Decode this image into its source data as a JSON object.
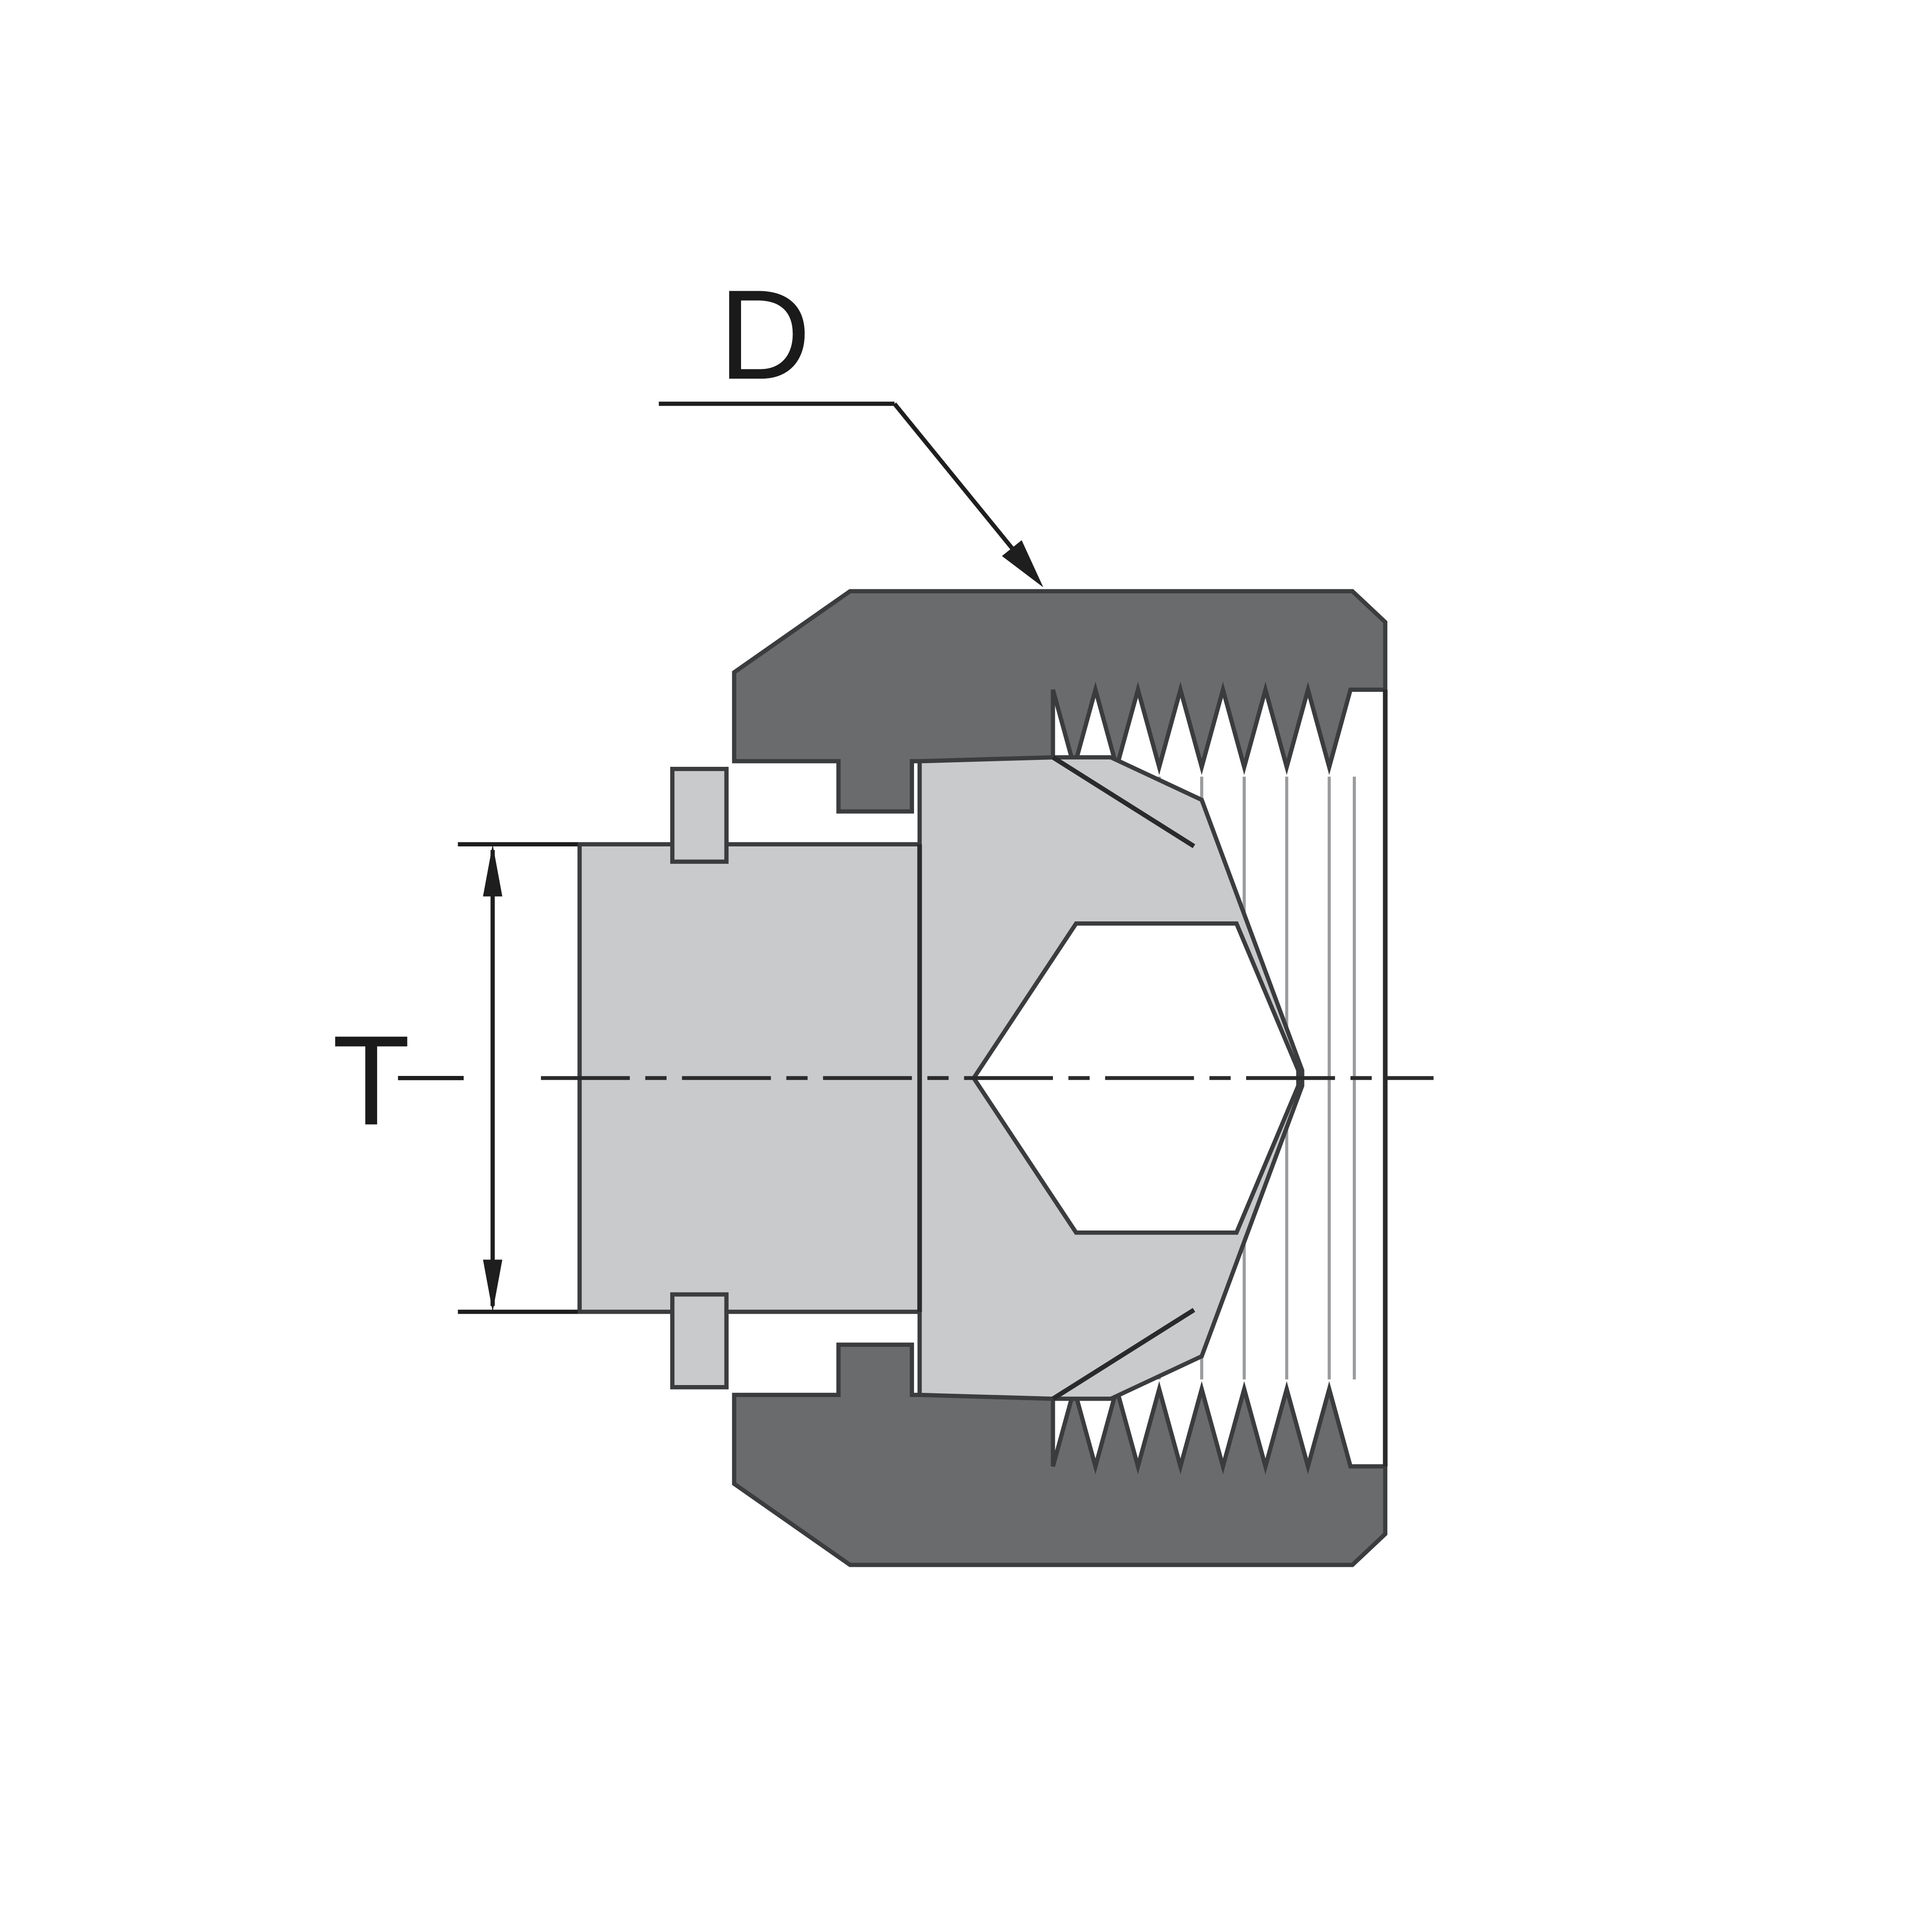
{
  "diagram": {
    "type": "technical-drawing",
    "subject": "tube cap fitting cross-section with ferrules and internal threads",
    "labels": {
      "d": "D",
      "t": "T"
    },
    "colors": {
      "background": "#ffffff",
      "body_dark": "#6a6b6d",
      "body_light": "#c9cacc",
      "outline": "#3b3c3e",
      "dim_line": "#1e1e1e",
      "thread_line": "#9a9b9d",
      "recess_white": "#ffffff"
    }
  }
}
